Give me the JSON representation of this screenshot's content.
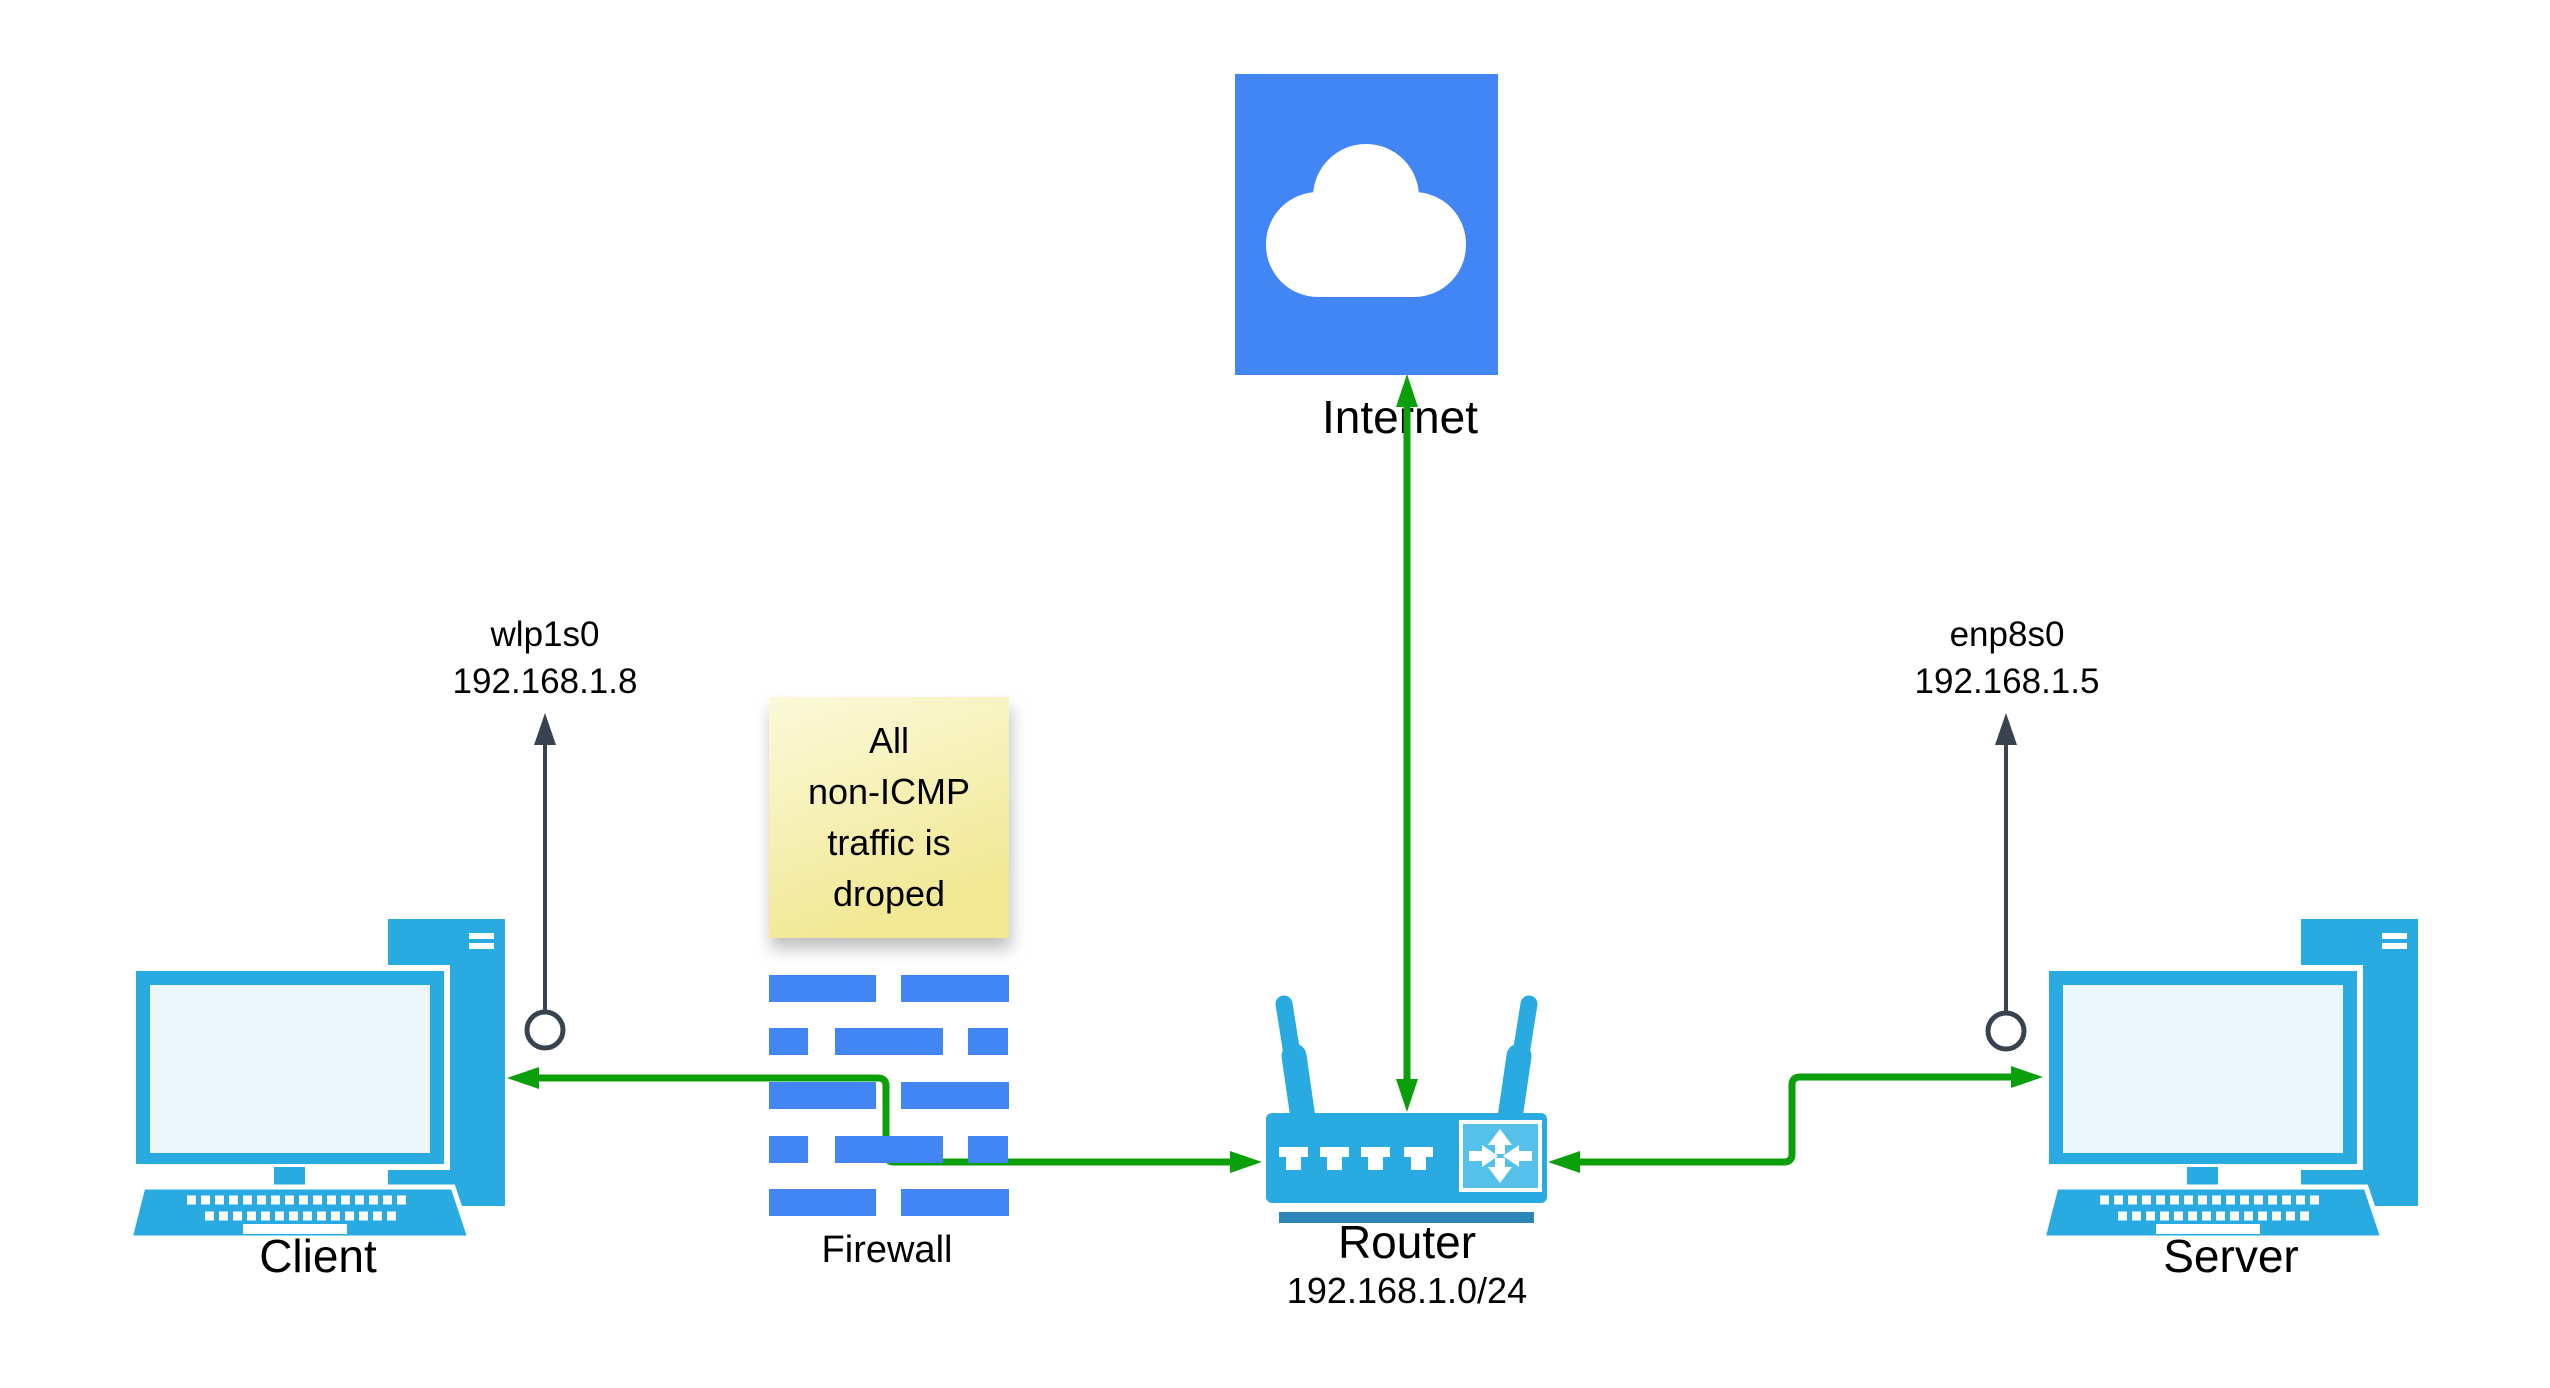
{
  "diagram": {
    "background": "#ffffff",
    "colors": {
      "node_blue": "#4285f4",
      "device_cyan": "#29abe2",
      "link_green": "#0b9f0b",
      "marker_dark": "#39434f",
      "note_yellow": "#f3eb9c",
      "router_base_bar": "#2c86b8",
      "router_chip_blue": "#55c0ea",
      "screen_fill": "#edf6fb"
    },
    "nodes": {
      "internet": {
        "label": "Internet"
      },
      "router": {
        "label": "Router",
        "subnet": "192.168.1.0/24"
      },
      "firewall": {
        "label": "Firewall"
      },
      "client": {
        "label": "Client",
        "interface": "wlp1s0",
        "ip": "192.168.1.8"
      },
      "server": {
        "label": "Server",
        "interface": "enp8s0",
        "ip": "192.168.1.5"
      }
    },
    "note": {
      "lines": [
        "All",
        "non-ICMP",
        "traffic is",
        "droped"
      ]
    }
  }
}
